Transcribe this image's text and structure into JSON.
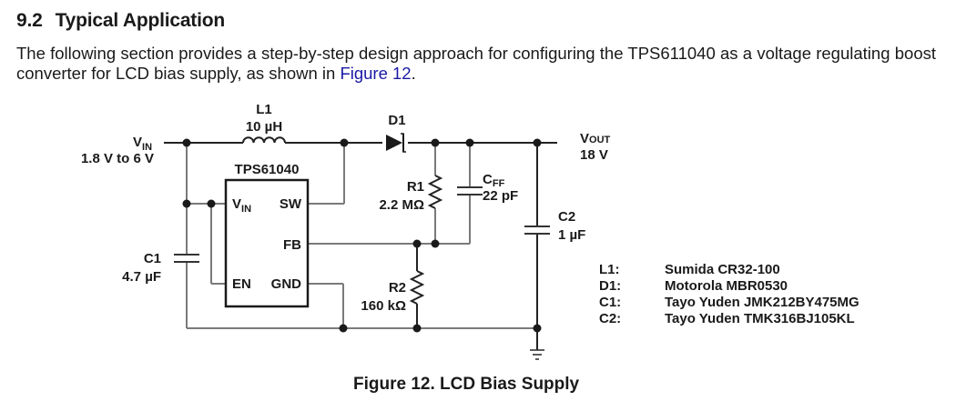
{
  "section": {
    "number": "9.2",
    "title": "Typical Application"
  },
  "paragraph": {
    "text_before_link": "The following section provides a step-by-step design approach for configuring the TPS611040 as a voltage regulating boost converter for LCD bias supply, as shown in ",
    "link_text": "Figure 12",
    "text_after_link": ".",
    "link_color": "#1a1aa6"
  },
  "schematic": {
    "vin": {
      "label": "V",
      "sub": "IN",
      "range": "1.8 V to 6 V"
    },
    "vout": {
      "label": "V",
      "sub": "OUT",
      "value": "18 V"
    },
    "ic": {
      "name": "TPS61040",
      "pins": {
        "vin": "V",
        "vin_sub": "IN",
        "sw": "SW",
        "fb": "FB",
        "en": "EN",
        "gnd": "GND"
      }
    },
    "components": {
      "L1": {
        "ref": "L1",
        "value": "10 µH"
      },
      "D1": {
        "ref": "D1"
      },
      "R1": {
        "ref": "R1",
        "value": "2.2 MΩ"
      },
      "R2": {
        "ref": "R2",
        "value": "160 kΩ"
      },
      "CFF": {
        "ref": "C",
        "ref_sub": "FF",
        "value": "22 pF"
      },
      "C1": {
        "ref": "C1",
        "value": "4.7 µF"
      },
      "C2": {
        "ref": "C2",
        "value": "1 µF"
      }
    },
    "bom": [
      {
        "ref": "L1:",
        "part": "Sumida CR32-100"
      },
      {
        "ref": "D1:",
        "part": "Motorola MBR0530"
      },
      {
        "ref": "C1:",
        "part": "Tayo Yuden JMK212BY475MG"
      },
      {
        "ref": "C2:",
        "part": "Tayo Yuden TMK316BJ105KL"
      }
    ]
  },
  "caption": "Figure 12.  LCD Bias Supply"
}
